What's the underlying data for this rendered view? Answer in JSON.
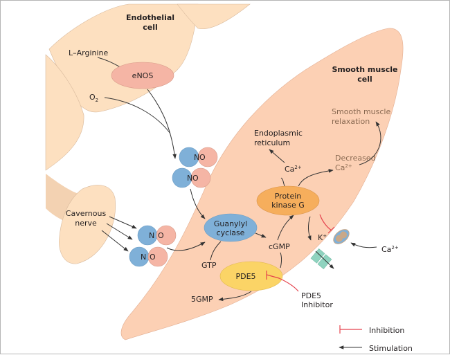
{
  "diagram": {
    "labels": {
      "endothelial_cell": [
        "Endothelial",
        "cell"
      ],
      "smooth_muscle_cell": [
        "Smooth muscle",
        "cell"
      ],
      "l_arginine": "L–Arginine",
      "enos": "eNOS",
      "o2": "O",
      "o2_sub": "2",
      "no_n": "N",
      "no_o": "O",
      "cavernous_nerve": [
        "Cavernous",
        "nerve"
      ],
      "guanylyl_cyclase": [
        "Guanylyl",
        "cyclase"
      ],
      "gtp": "GTP",
      "cgmp": "cGMP",
      "pde5": "PDE5",
      "five_gmp": "5GMP",
      "pde5_inhibitor": [
        "PDE5",
        "Inhibitor"
      ],
      "protein_kinase_g": [
        "Protein",
        "kinase G"
      ],
      "endoplasmic_reticulum": [
        "Endoplasmic",
        "reticulum"
      ],
      "ca2_er": "Ca",
      "ca2_sup": "2+",
      "decreased_ca": [
        "Decreased",
        "Ca"
      ],
      "smooth_muscle_relaxation": [
        "Smooth muscle",
        "relaxation"
      ],
      "k_plus": "K",
      "k_sup": "+",
      "ca2_outside": "Ca"
    },
    "legend": {
      "inhibition": "Inhibition",
      "stimulation": "Stimulation"
    },
    "colors": {
      "endothelial": "#fde0c0",
      "smooth_muscle": "#fcd0b4",
      "enos": "#f5b5a5",
      "no_blue": "#7fb0d8",
      "no_red": "#f5b5a5",
      "guanylyl": "#7fb0d8",
      "pkg": "#f6ae5c",
      "pde5": "#fbd466",
      "channel": "#8fd3bf",
      "inhibition": "#e5424d",
      "stimulation": "#333333"
    }
  }
}
